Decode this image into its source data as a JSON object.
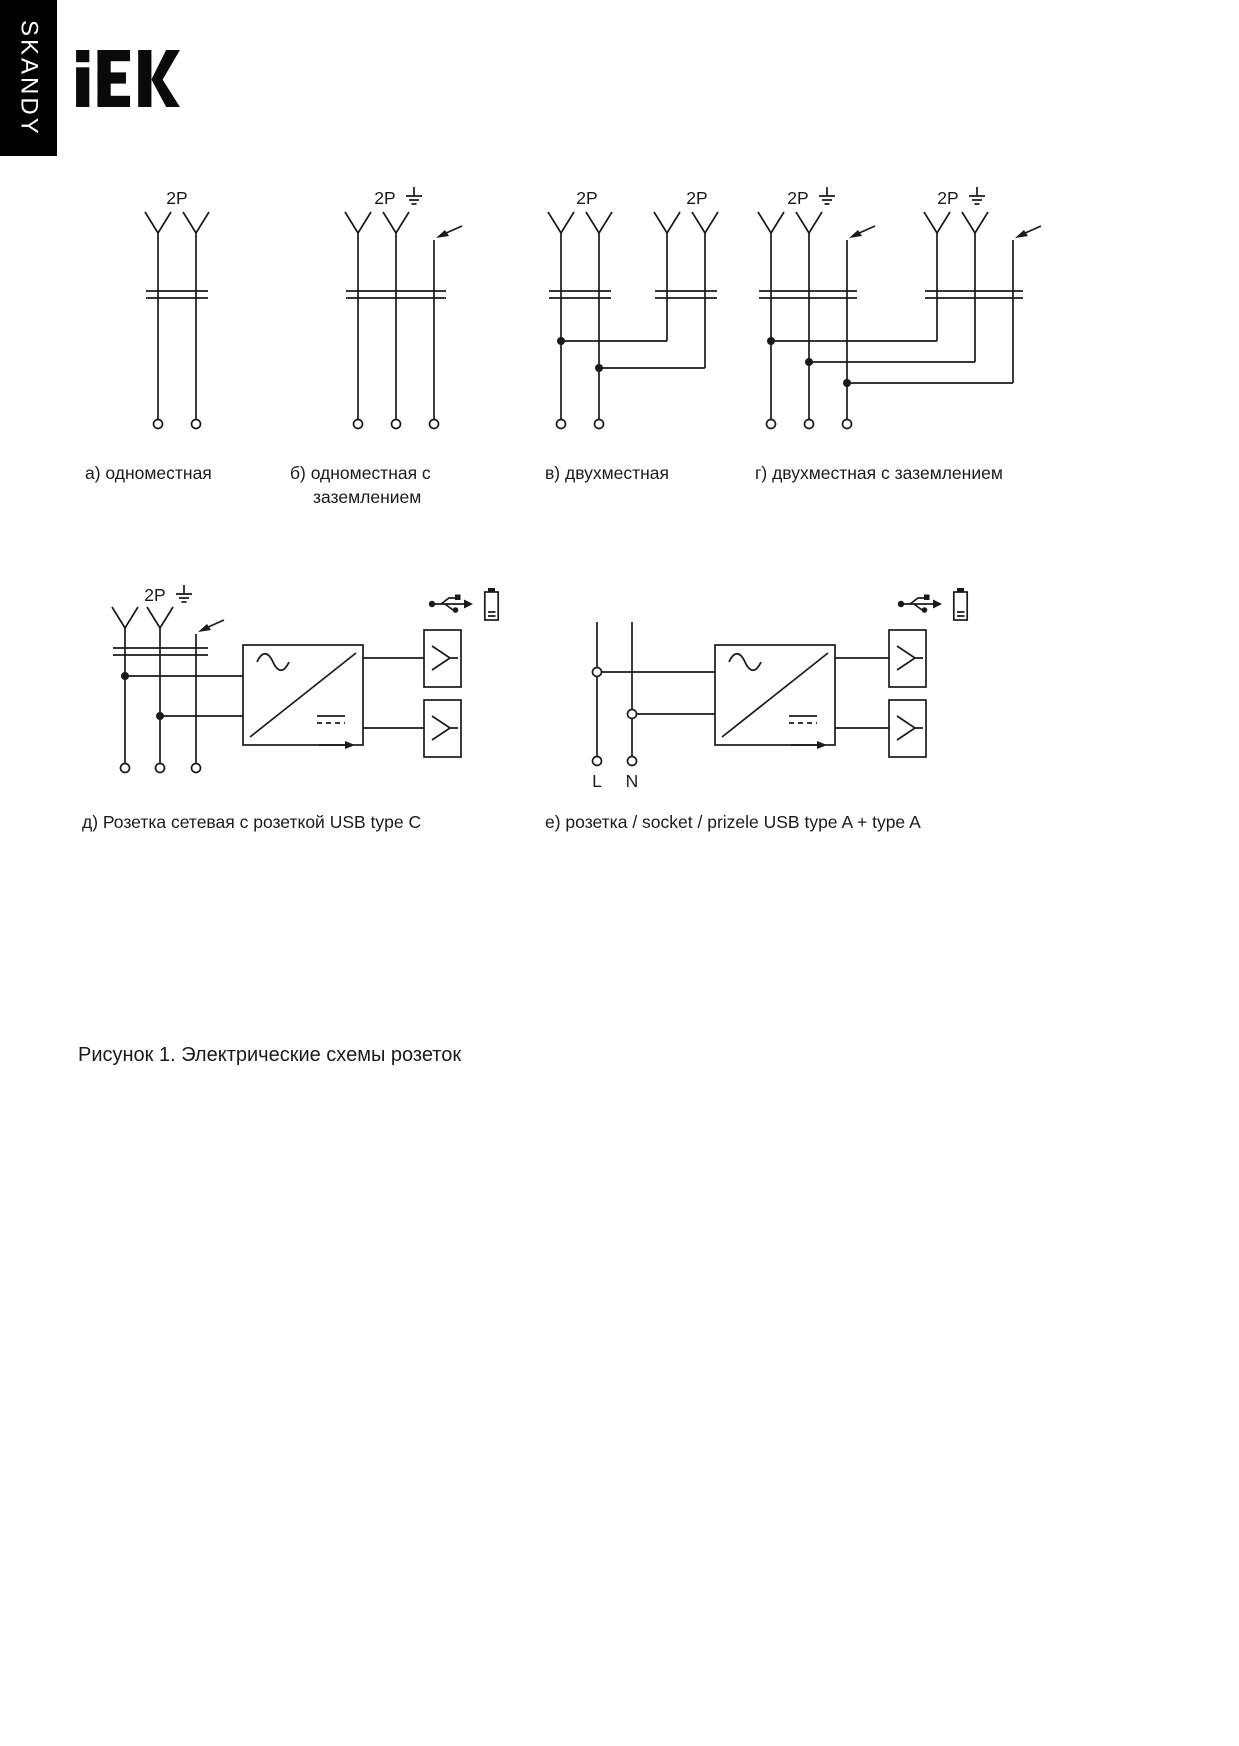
{
  "page": {
    "series_tab": "SKANDY",
    "brand_logo": "IEK",
    "figure_caption": "Рисунок 1. Электрические схемы розеток"
  },
  "diagrams": {
    "a": {
      "top_label": "2P",
      "caption": "а) одноместная"
    },
    "b": {
      "top_label": "2P",
      "caption_line1": "б) одноместная с",
      "caption_line2": "заземлением"
    },
    "v": {
      "top_label_left": "2P",
      "top_label_right": "2P",
      "caption": "в) двухместная"
    },
    "g": {
      "top_label_left": "2P",
      "top_label_right": "2P",
      "caption": "г) двухместная с заземлением"
    },
    "d": {
      "top_label": "2P",
      "caption": "д) Розетка сетевая с розеткой USB type C"
    },
    "e": {
      "terminal_left": "L",
      "terminal_right": "N",
      "caption": "е) розетка / socket / prizele USB type A + type A"
    }
  }
}
